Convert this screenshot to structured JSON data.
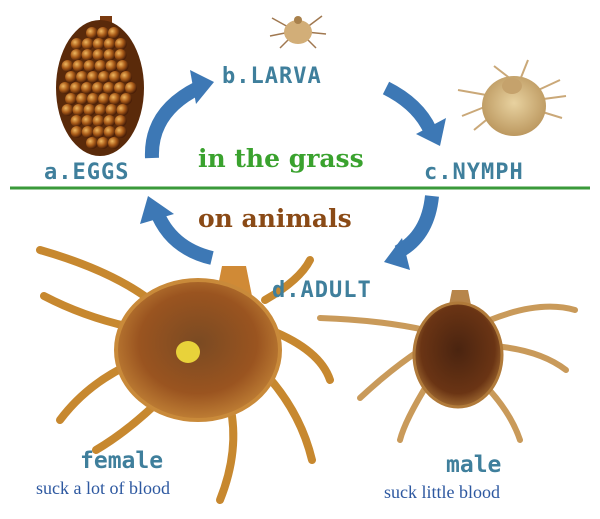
{
  "stages": {
    "eggs": "a.EGGS",
    "larva": "b.LARVA",
    "nymph": "c.NYMPH",
    "adult": "d.ADULT"
  },
  "zones": {
    "upper": "in the grass",
    "lower": "on animals"
  },
  "adults": {
    "female": {
      "label": "female",
      "note": "suck a lot of blood"
    },
    "male": {
      "label": "male",
      "note": "suck little blood"
    }
  },
  "colors": {
    "stage_text": "#3f7f9c",
    "arrow": "#3d78b5",
    "divider": "#3a9a3a",
    "upper_zone_text": "#3aa22e",
    "lower_zone_text": "#8a4a16",
    "note_text": "#2d58a0",
    "tick_body": "#8a4418"
  },
  "icons": [
    "egg-cluster-icon",
    "larva-tick-icon",
    "nymph-tick-icon",
    "female-tick-icon",
    "male-tick-icon",
    "cycle-arrow-icon"
  ]
}
